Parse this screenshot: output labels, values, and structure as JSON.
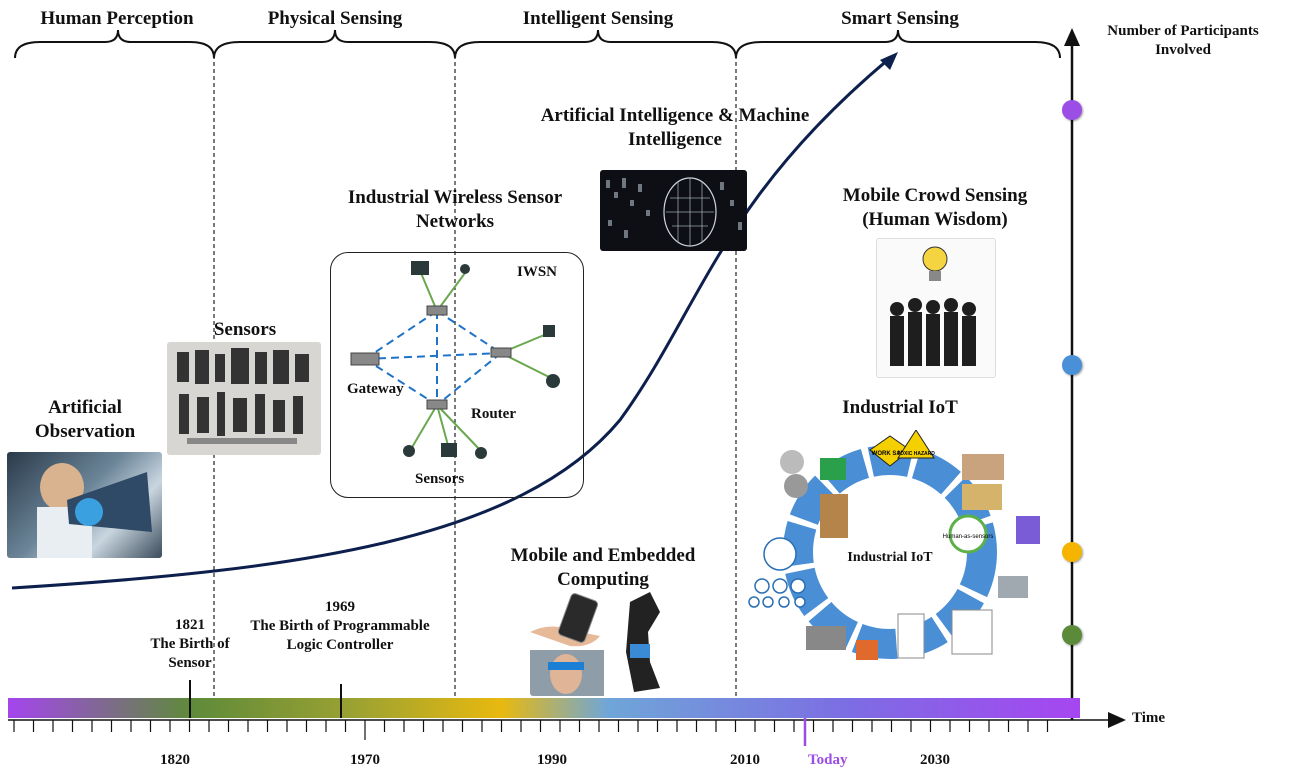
{
  "eras": [
    {
      "label": "Human Perception"
    },
    {
      "label": "Physical Sensing"
    },
    {
      "label": "Intelligent Sensing"
    },
    {
      "label": "Smart Sensing"
    }
  ],
  "y_axis_label": "Number of Participants Involved",
  "x_axis_label": "Time",
  "years": [
    "1820",
    "1970",
    "1990",
    "2010",
    "2030"
  ],
  "today_label": "Today",
  "milestones": [
    {
      "year": "1821",
      "text": "The Birth of Sensor"
    },
    {
      "year": "1969",
      "text": "The Birth of Programmable Logic Controller"
    }
  ],
  "nodes": {
    "artificial_observation": "Artificial Observation",
    "sensors": "Sensors",
    "iwsn_title": "Industrial Wireless Sensor Networks",
    "ai": "Artificial Intelligence & Machine Intelligence",
    "mobile_crowd": "Mobile Crowd Sensing (Human Wisdom)",
    "industrial_iot": "Industrial IoT",
    "mobile_embedded": "Mobile and Embedded Computing"
  },
  "iwsn": {
    "tag": "IWSN",
    "gateway": "Gateway",
    "router": "Router",
    "sensors": "Sensors"
  },
  "iiot_center": "Industrial IoT",
  "iiot_badges": {
    "work_safe": "WORK SAFE",
    "toxic": "TOXIC HAZARD",
    "human_sensors": "Human-as-sensors"
  },
  "colors": {
    "purple": "#9b4de6",
    "blue": "#4a90d9",
    "yellow": "#f4b400",
    "green": "#5a8a3a",
    "curve": "#0d1f4d",
    "today": "#9b4de6",
    "ring": "#4a8fd6"
  },
  "participant_dots": [
    "purple",
    "blue",
    "yellow",
    "green"
  ]
}
